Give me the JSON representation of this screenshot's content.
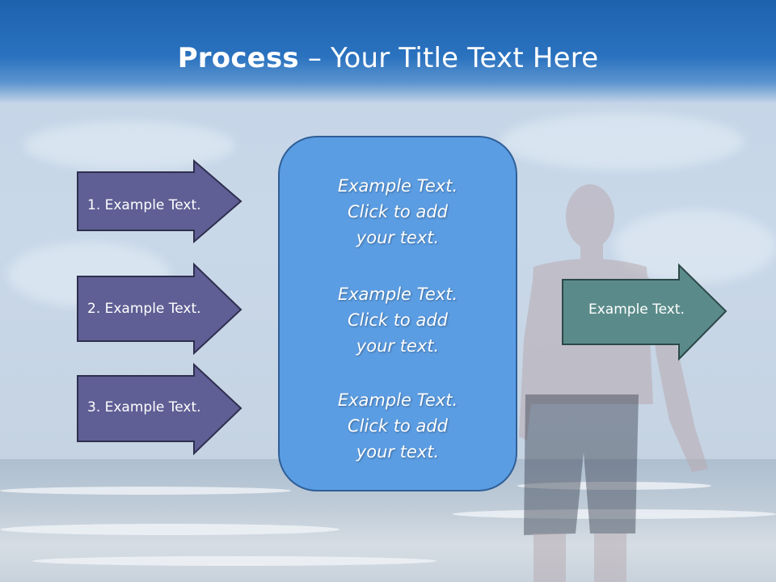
{
  "slide": {
    "title_bold": "Process",
    "title_rest": " – Your Title Text Here"
  },
  "left_arrows": [
    {
      "label": "1. Example Text."
    },
    {
      "label": "2. Example Text."
    },
    {
      "label": "3. Example Text."
    }
  ],
  "center_panel": {
    "blocks": [
      {
        "line1": "Example Text.",
        "line2": "Click  to add",
        "line3": "your text."
      },
      {
        "line1": "Example Text.",
        "line2": "Click  to add",
        "line3": "your text."
      },
      {
        "line1": "Example Text.",
        "line2": "Click  to add",
        "line3": "your text."
      }
    ]
  },
  "right_arrow": {
    "label": "Example Text."
  },
  "colors": {
    "left_arrow_fill": "#5f5f95",
    "right_arrow_fill": "#5a8b8a",
    "panel_fill": "#5b9de3",
    "header_blue": "#1d62ad"
  }
}
